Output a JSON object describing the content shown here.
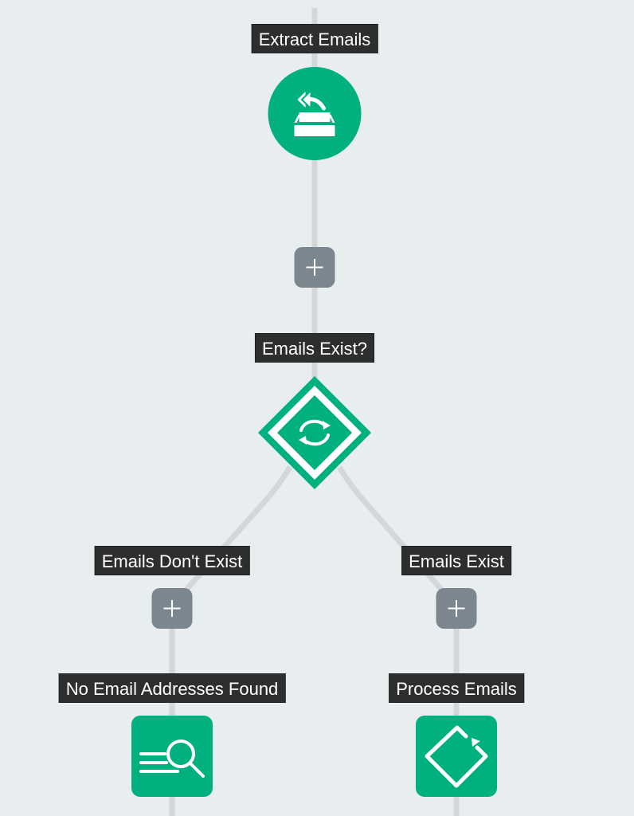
{
  "canvas": {
    "background": "#e8edf0",
    "edge_color": "#d3d7da",
    "node_color": "#00b07f",
    "add_button_color": "#7c868f",
    "label_bg": "#2d2f2f"
  },
  "nodes": [
    {
      "id": "extract",
      "label": "Extract Emails",
      "shape": "circle",
      "icon": "box-export-icon"
    },
    {
      "id": "decision",
      "label": "Emails Exist?",
      "shape": "diamond",
      "icon": "sync-icon"
    },
    {
      "id": "not-found",
      "label": "No Email Addresses Found",
      "shape": "square",
      "icon": "search-list-icon"
    },
    {
      "id": "process",
      "label": "Process Emails",
      "shape": "square",
      "icon": "loop-icon"
    }
  ],
  "branches": [
    {
      "label": "Emails Don't Exist"
    },
    {
      "label": "Emails Exist"
    }
  ],
  "add_buttons": [
    {
      "symbol": "+",
      "position": "after-extract"
    },
    {
      "symbol": "+",
      "position": "branch-dont-exist"
    },
    {
      "symbol": "+",
      "position": "branch-exist"
    }
  ]
}
